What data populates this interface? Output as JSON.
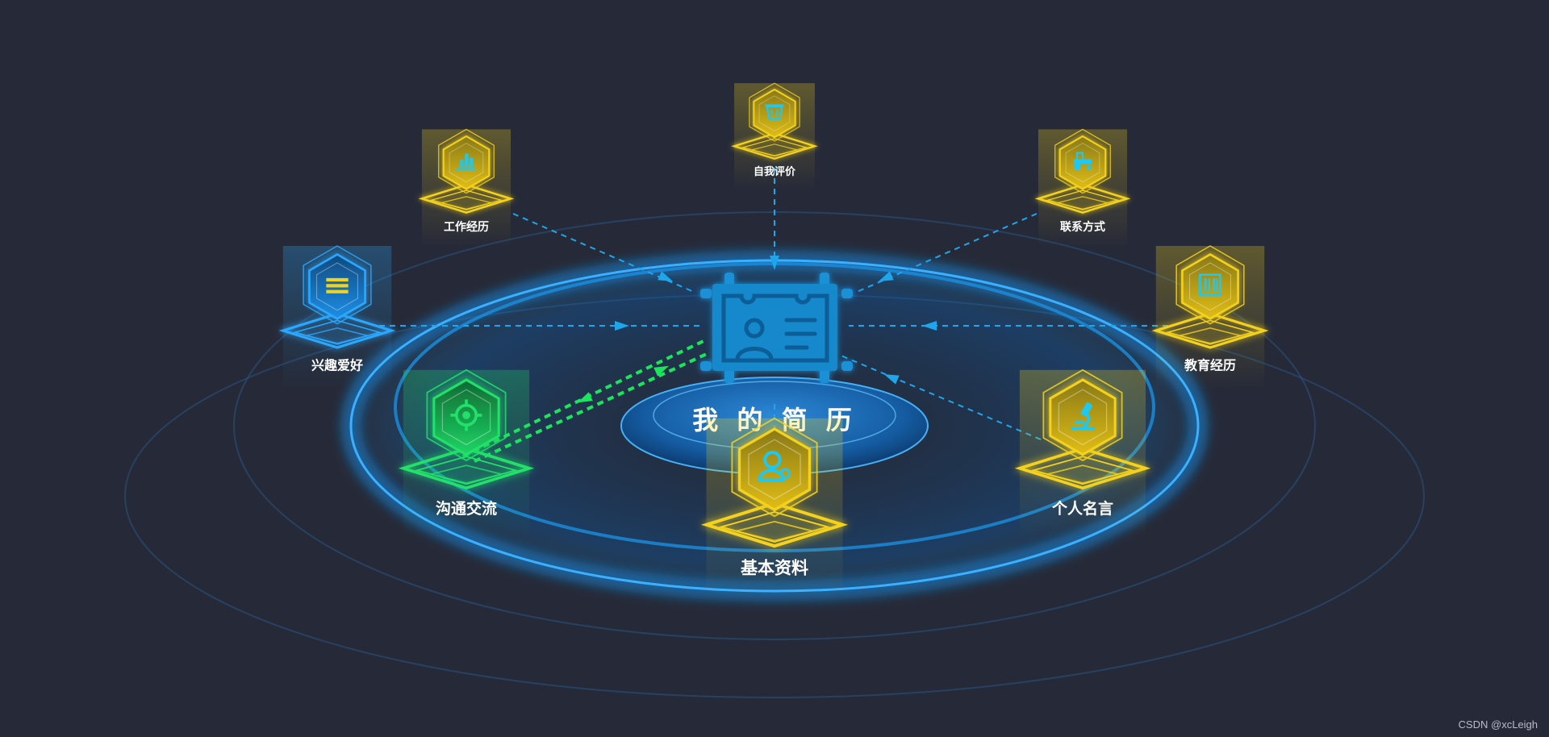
{
  "center": {
    "title": "我 的 简 历"
  },
  "nodes": [
    {
      "id": "self-eval",
      "label": "自我评价",
      "theme": "yellow",
      "icon": "basket-icon"
    },
    {
      "id": "work",
      "label": "工作经历",
      "theme": "yellow",
      "icon": "bar-chart-icon"
    },
    {
      "id": "contact",
      "label": "联系方式",
      "theme": "yellow",
      "icon": "tractor-icon"
    },
    {
      "id": "hobby",
      "label": "兴趣爱好",
      "theme": "blue",
      "icon": "list-icon"
    },
    {
      "id": "education",
      "label": "教育经历",
      "theme": "yellow",
      "icon": "barcode-icon"
    },
    {
      "id": "communication",
      "label": "沟通交流",
      "theme": "green",
      "icon": "target-icon"
    },
    {
      "id": "quote",
      "label": "个人名言",
      "theme": "yellow",
      "icon": "microscope-icon"
    },
    {
      "id": "basic",
      "label": "基本资料",
      "theme": "yellow",
      "icon": "user-settings-icon"
    }
  ],
  "colors": {
    "background": "#262a38",
    "ring": "#1a8fe0",
    "link": "#1ea6ec",
    "active_link": "#19e65a",
    "yellow": "#f4d21c",
    "blue": "#2aa8ff",
    "green": "#22e06a",
    "icon": "#1ec8f0"
  },
  "watermark": "CSDN @xcLeigh"
}
